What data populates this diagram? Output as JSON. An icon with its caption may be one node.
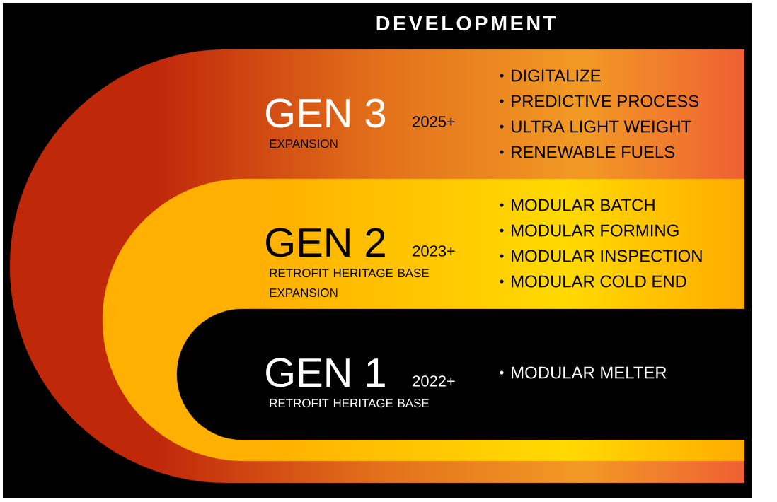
{
  "diagram": {
    "title": "DEVELOPMENT",
    "nodes": [
      {
        "text": [
          "GEN 3",
          "2025+",
          "EXPANSION",
          "DIGITALIZE",
          "PREDICTIVE PROCESS",
          "ULTRA LIGHT WEIGHT",
          "RENEWABLE FUELS"
        ]
      },
      {
        "text": [
          "GEN 2",
          "2023+",
          "RETROFIT HERITAGE  BASE EXPANSION",
          "MODULAR BATCH",
          "MODULAR FORMING",
          "MODULAR INSPECTION",
          "MODULAR COLD END"
        ],
        "in": 0
      },
      {
        "text": [
          "GEN 1",
          "2022+",
          "RETROFIT HERITAGE BASE",
          "MODULAR MELTER"
        ],
        "in": 1
      }
    ]
  }
}
